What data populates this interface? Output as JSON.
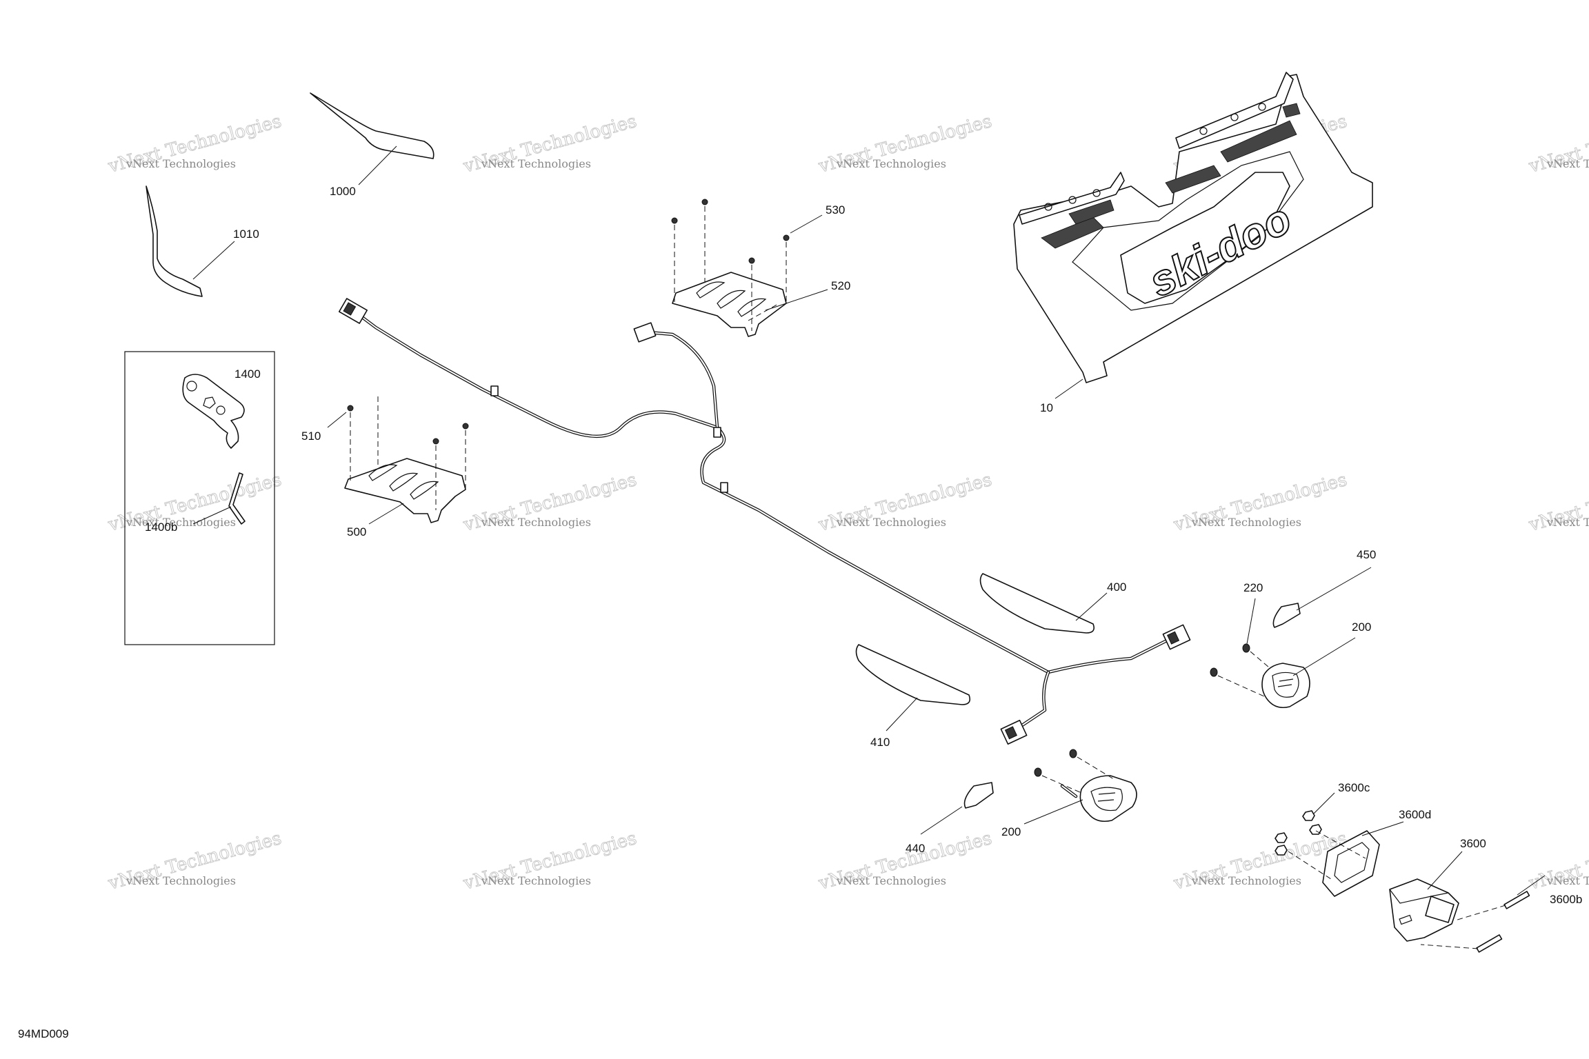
{
  "diagram_code": "94MD009",
  "watermark": {
    "line1": "vNext Technologies",
    "line2": "vNext Technologies"
  },
  "brand_logo": "ski-doo",
  "callouts": {
    "c10": "10",
    "c200a": "200",
    "c200b": "200",
    "c220": "220",
    "c400": "400",
    "c410": "410",
    "c440": "440",
    "c450": "450",
    "c500": "500",
    "c510": "510",
    "c520": "520",
    "c530": "530",
    "c1000": "1000",
    "c1010": "1010",
    "c1400": "1400",
    "c1400b": "1400b",
    "c3600": "3600",
    "c3600b": "3600b",
    "c3600c": "3600c",
    "c3600d": "3600d"
  }
}
